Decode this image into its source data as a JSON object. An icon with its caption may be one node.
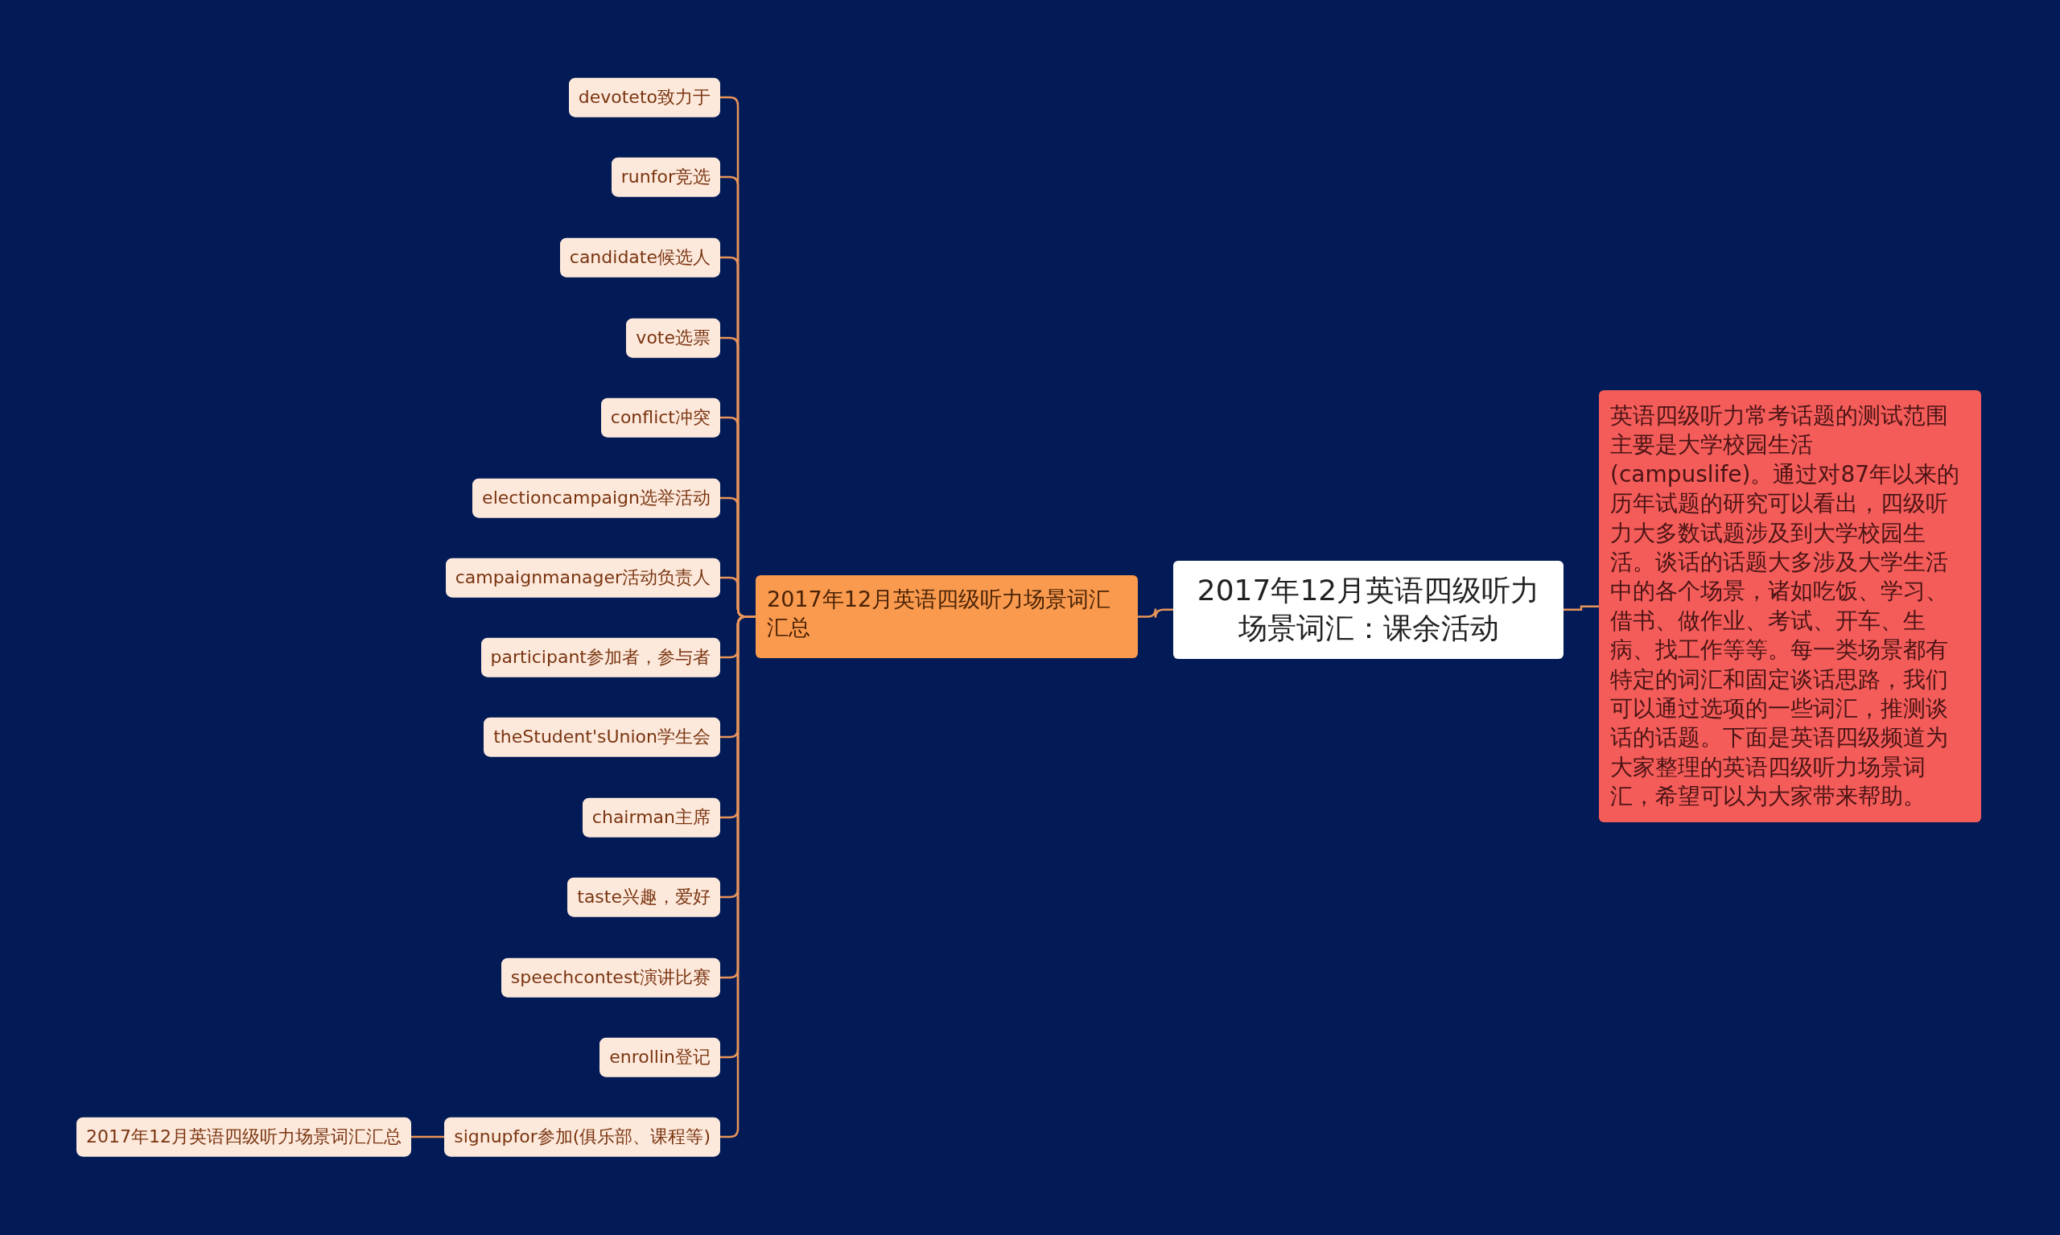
{
  "diagram": {
    "nodes": [
      {
        "text": [
          "2017年12月英语四级听力场景词汇：课余活动"
        ]
      },
      {
        "text": [
          "2017年12月英语四级听力场景词汇汇总"
        ]
      },
      {
        "text": [
          "devoteto致力于"
        ]
      },
      {
        "text": [
          "runfor竞选"
        ]
      },
      {
        "text": [
          "candidate候选人"
        ]
      },
      {
        "text": [
          "vote选票"
        ]
      },
      {
        "text": [
          "conflict冲突"
        ]
      },
      {
        "text": [
          "electioncampaign选举活动"
        ]
      },
      {
        "text": [
          "campaignmanager活动负责人"
        ]
      },
      {
        "text": [
          "participant参加者，参与者"
        ]
      },
      {
        "text": [
          "theStudent'sUnion学生会"
        ]
      },
      {
        "text": [
          "chairman主席"
        ]
      },
      {
        "text": [
          "taste兴趣，爱好"
        ]
      },
      {
        "text": [
          "speechcontest演讲比赛"
        ]
      },
      {
        "text": [
          "enrollin登记"
        ]
      },
      {
        "text": [
          "signupfor参加(俱乐部、课程等)"
        ]
      },
      {
        "text": [
          "2017年12月英语四级听力场景词汇汇总"
        ]
      },
      {
        "text": [
          "英语四级听力常考话题的测试范围主要是大学校园生活(campuslife)。通过对87年以来的历年试题的研究可以看出，四级听力大多数试题涉及到大学校园生活。谈话的话题大多涉及大学生活中的各个场景，诸如吃饭、学习、借书、做作业、考试、开车、生病、找工作等等。每一类场景都有特定的词汇和固定谈话思路，我们可以通过选项的一些词汇，推测谈话的话题。下面是英语四级频道为大家整理的英语四级听力场景词汇，希望可以为大家带来帮助。"
        ]
      }
    ],
    "edges": [
      {
        "from": 0,
        "to": 1,
        "arrow": "none"
      },
      {
        "from": 0,
        "to": 17,
        "arrow": "none"
      },
      {
        "from": 1,
        "to": 2,
        "arrow": "none"
      },
      {
        "from": 1,
        "to": 3,
        "arrow": "none"
      },
      {
        "from": 1,
        "to": 4,
        "arrow": "none"
      },
      {
        "from": 1,
        "to": 5,
        "arrow": "none"
      },
      {
        "from": 1,
        "to": 6,
        "arrow": "none"
      },
      {
        "from": 1,
        "to": 7,
        "arrow": "none"
      },
      {
        "from": 1,
        "to": 8,
        "arrow": "none"
      },
      {
        "from": 1,
        "to": 9,
        "arrow": "none"
      },
      {
        "from": 1,
        "to": 10,
        "arrow": "none"
      },
      {
        "from": 1,
        "to": 11,
        "arrow": "none"
      },
      {
        "from": 1,
        "to": 12,
        "arrow": "none"
      },
      {
        "from": 1,
        "to": 13,
        "arrow": "none"
      },
      {
        "from": 1,
        "to": 14,
        "arrow": "none"
      },
      {
        "from": 1,
        "to": 15,
        "arrow": "none"
      },
      {
        "from": 15,
        "to": 16,
        "arrow": "none"
      }
    ]
  }
}
